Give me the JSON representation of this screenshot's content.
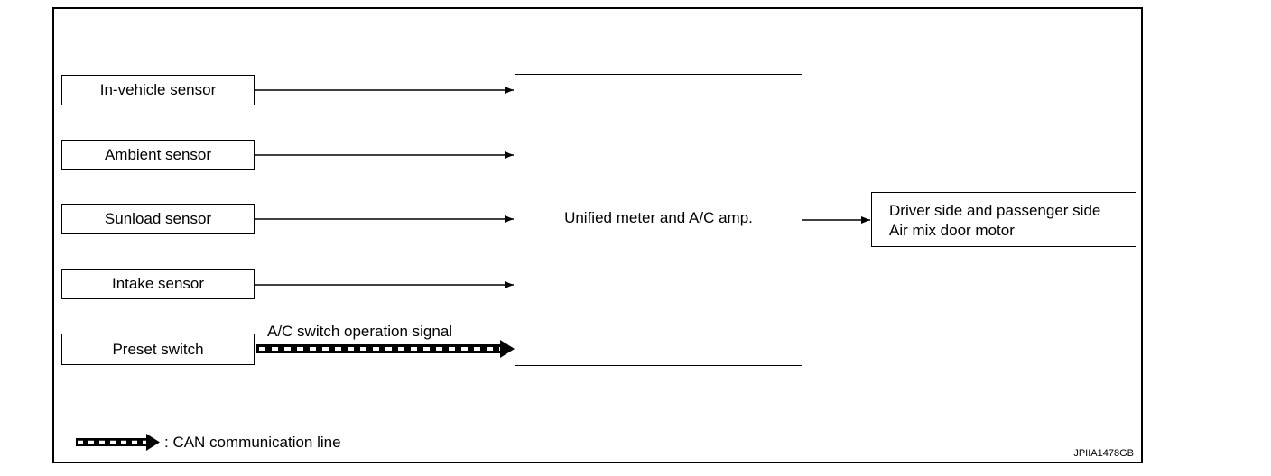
{
  "inputs": [
    {
      "label": "In-vehicle sensor"
    },
    {
      "label": "Ambient sensor"
    },
    {
      "label": "Sunload sensor"
    },
    {
      "label": "Intake sensor"
    },
    {
      "label": "Preset switch"
    }
  ],
  "controller": {
    "label": "Unified meter and A/C amp."
  },
  "output": {
    "line1": "Driver side and passenger side",
    "line2": "Air mix door motor"
  },
  "signal_label": "A/C switch operation signal",
  "legend": {
    "text": ": CAN communication line"
  },
  "figure_code": "JPIIA1478GB"
}
